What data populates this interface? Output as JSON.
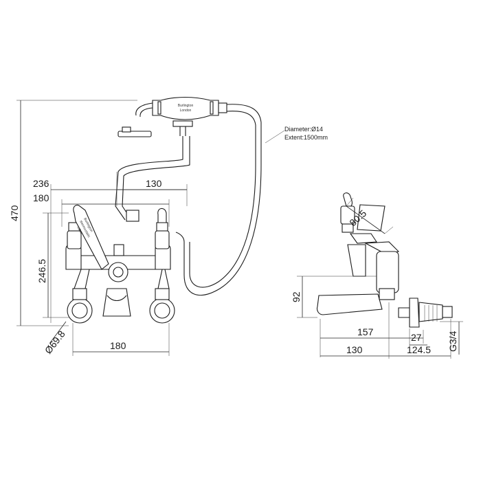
{
  "hose_note": {
    "diameter": "Diameter:Ø14",
    "extent": "Extent:1500mm"
  },
  "handset_brand": [
    "Burlington",
    "London"
  ],
  "lever_text": [
    "Burlington",
    "thermostatic",
    "valve"
  ],
  "front_view": {
    "overall_height": "470",
    "width_top": "236",
    "width_second": "180",
    "hose_offset": "130",
    "body_height": "246.5",
    "flange_diameter": "Ø69.8",
    "centres": "180"
  },
  "side_view": {
    "lever_length": "80.5",
    "spout_height": "92",
    "spout_reach": "157",
    "thread_gap": "27",
    "base_depth": "130",
    "connector_depth": "124.5",
    "thread": "G3/4"
  }
}
